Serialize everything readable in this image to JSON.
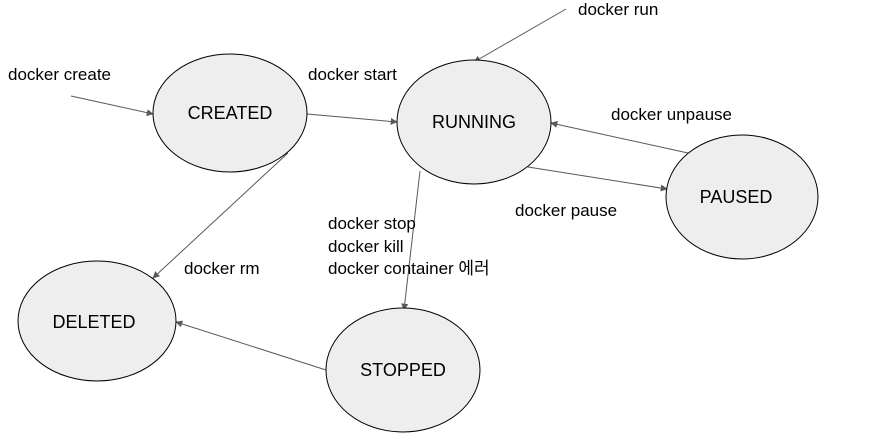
{
  "states": {
    "created": "CREATED",
    "running": "RUNNING",
    "paused": "PAUSED",
    "deleted": "DELETED",
    "stopped": "STOPPED"
  },
  "transitions": {
    "create": "docker create",
    "start": "docker start",
    "run": "docker run",
    "unpause": "docker unpause",
    "pause": "docker pause",
    "stop": "docker stop",
    "kill": "docker kill",
    "container_error": "docker container 에러",
    "rm": "docker rm"
  },
  "colors": {
    "node_fill": "#eeeeee",
    "node_stroke": "#000000",
    "arrow": "#595959"
  }
}
